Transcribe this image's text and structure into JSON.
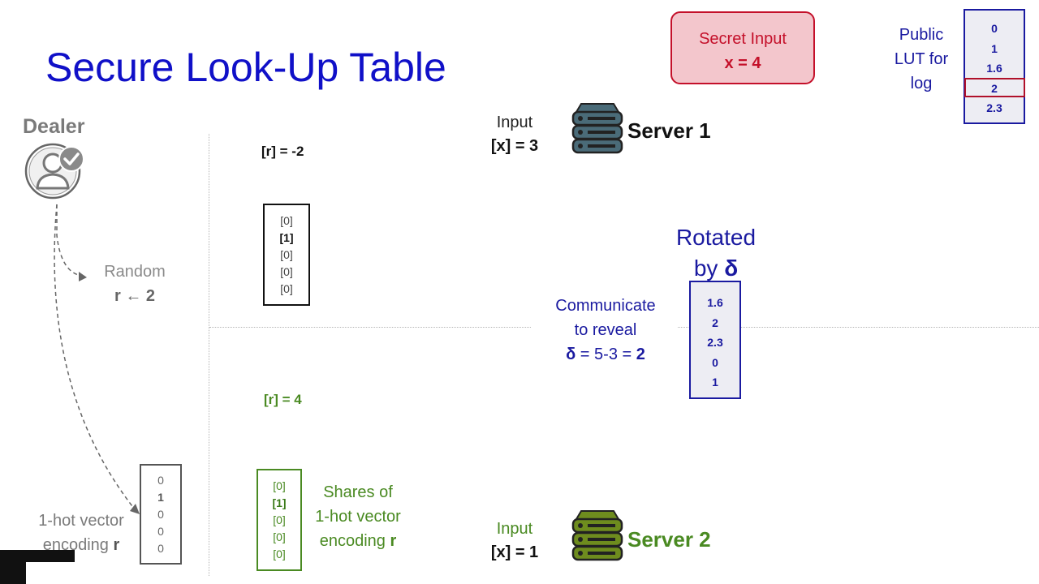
{
  "title": "Secure Look-Up Table",
  "dealer": {
    "label": "Dealer",
    "random_label": "Random",
    "random_value": "r ← 2",
    "onehot_label": "1-hot vector",
    "onehot_encoding": "encoding ",
    "onehot_var": "r",
    "onehot_vector": [
      "0",
      "1",
      "0",
      "0",
      "0"
    ]
  },
  "server1": {
    "name": "Server 1",
    "input_label": "Input",
    "input_value": "[x] = 3",
    "r_share": "[r] = -2",
    "vector": [
      "[0]",
      "[1]",
      "[0]",
      "[0]",
      "[0]"
    ],
    "color": "#4a6b78"
  },
  "server2": {
    "name": "Server 2",
    "input_label": "Input",
    "input_value": "[x] = 1",
    "r_share": "[r] = 4",
    "vector": [
      "[0]",
      "[1]",
      "[0]",
      "[0]",
      "[0]"
    ],
    "shares_line1": "Shares of",
    "shares_line2": "1-hot vector",
    "shares_line3": "encoding ",
    "shares_var": "r",
    "color": "#6e8c1e"
  },
  "secret": {
    "label": "Secret Input",
    "value": "x = 4"
  },
  "public_lut": {
    "line1": "Public",
    "line2": "LUT for",
    "line3": "log",
    "values": [
      "0",
      "1",
      "1.6",
      "2",
      "2.3"
    ]
  },
  "rotated": {
    "line1": "Rotated",
    "line2": "by ",
    "delta": "δ",
    "values": [
      "1.6",
      "2",
      "2.3",
      "0",
      "1"
    ]
  },
  "communicate": {
    "line1": "Communicate",
    "line2": "to reveal",
    "delta": "δ",
    "expr": " = 5-3 = ",
    "result": "2"
  },
  "colors": {
    "title": "#1010c8",
    "blue": "#1a1aa0",
    "green": "#4a8a22",
    "red": "#c4102a",
    "gray": "#8a8a8a"
  }
}
